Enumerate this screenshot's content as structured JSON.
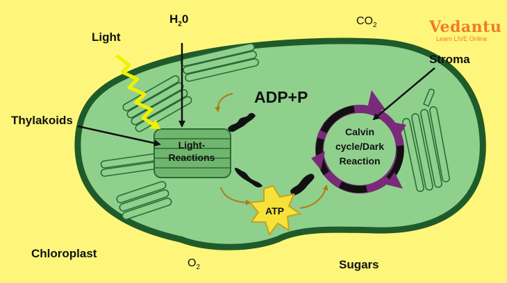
{
  "labels": {
    "light": "Light",
    "h2o_main": "H",
    "h2o_sub": "2",
    "h2o_end": "0",
    "co2_main": "CO",
    "co2_sub": "2",
    "stroma": "Stroma",
    "thylakoids": "Thylakoids",
    "light_reactions": "Light-\nReactions",
    "adp": "ADP+P",
    "atp": "ATP",
    "calvin": "Calvin\ncycle/Dark\nReaction",
    "chloroplast": "Chloroplast",
    "o2_main": "O",
    "o2_sub": "2",
    "sugars": "Sugars"
  },
  "brand": {
    "name": "Vedantu",
    "tagline": "Learn LIVE Online"
  },
  "colors": {
    "background": "#fdf67a",
    "chloroplast_fill": "#8fd08d",
    "chloroplast_border": "#1f5a2a",
    "cycle_arrow": "#7a2a7a",
    "atp_star": "#f7e23a",
    "light_ray": "#f0f000",
    "brand": "#f07b2b"
  }
}
